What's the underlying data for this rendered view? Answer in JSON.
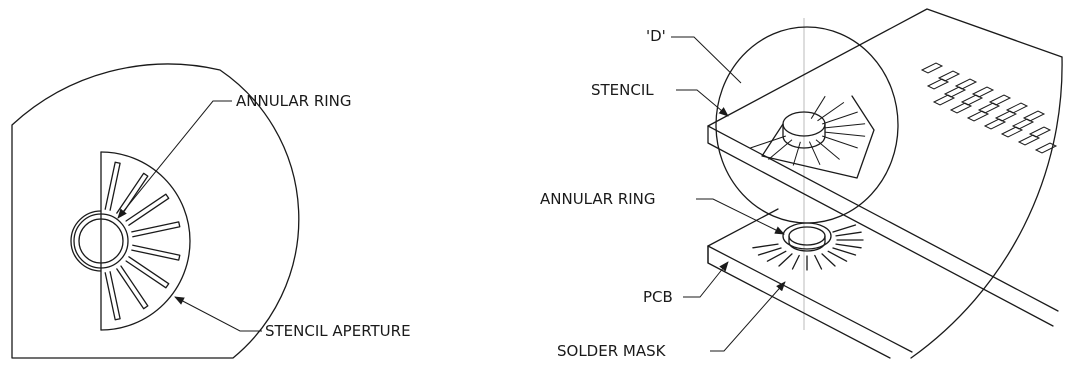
{
  "left_view": {
    "labels": {
      "annular_ring": "ANNULAR RING",
      "stencil_aperture": "STENCIL APERTURE"
    }
  },
  "right_view": {
    "labels": {
      "detail": "'D'",
      "stencil": "STENCIL",
      "annular_ring": "ANNULAR RING",
      "pcb": "PCB",
      "solder_mask": "SOLDER MASK"
    }
  }
}
